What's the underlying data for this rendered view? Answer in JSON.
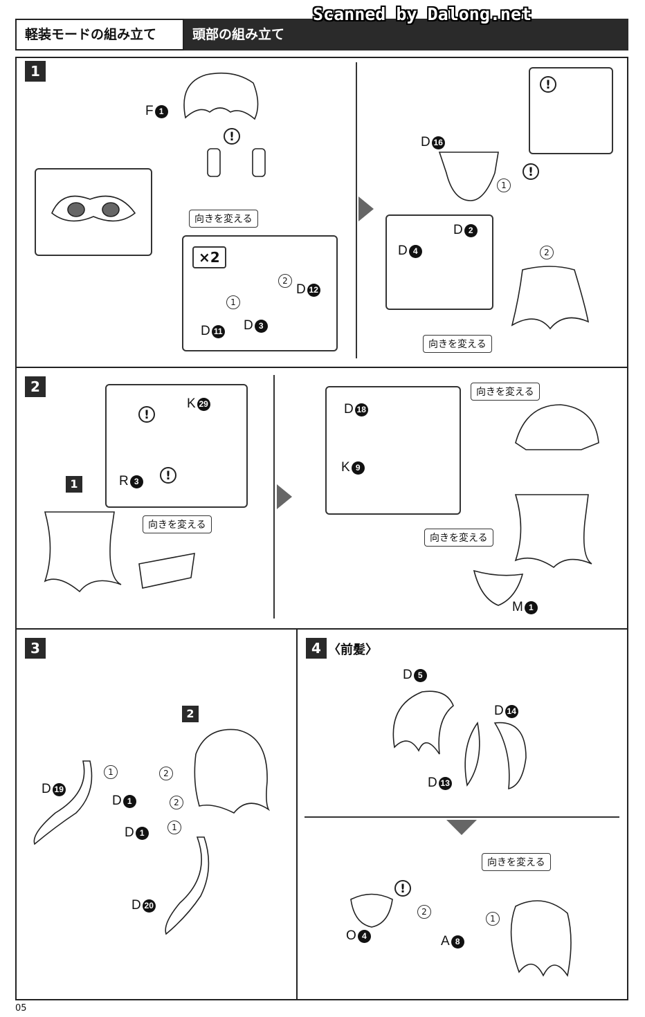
{
  "header": {
    "section": "軽装モードの組み立て",
    "subsection": "頭部の組み立て",
    "watermark": "Scanned by Dalong.net"
  },
  "step1": {
    "number": "1",
    "parts": [
      {
        "letter": "F",
        "num": "1"
      },
      {
        "letter": "D",
        "num": "16"
      },
      {
        "letter": "D",
        "num": "2"
      },
      {
        "letter": "D",
        "num": "4"
      },
      {
        "letter": "D",
        "num": "12"
      },
      {
        "letter": "D",
        "num": "11"
      },
      {
        "letter": "D",
        "num": "3"
      }
    ],
    "multiplier": "×2",
    "notes": [
      "向きを変える",
      "向きを変える"
    ],
    "order": [
      "1",
      "2",
      "1",
      "2"
    ],
    "warning": "!"
  },
  "step2": {
    "number": "2",
    "ref": "1",
    "parts": [
      {
        "letter": "K",
        "num": "29"
      },
      {
        "letter": "R",
        "num": "3"
      },
      {
        "letter": "D",
        "num": "18"
      },
      {
        "letter": "K",
        "num": "9"
      },
      {
        "letter": "M",
        "num": "1"
      }
    ],
    "notes": [
      "向きを変える",
      "向きを変える",
      "向きを変える"
    ],
    "warning": "!"
  },
  "step3": {
    "number": "3",
    "ref": "2",
    "parts": [
      {
        "letter": "D",
        "num": "19"
      },
      {
        "letter": "D",
        "num": "1"
      },
      {
        "letter": "D",
        "num": "1"
      },
      {
        "letter": "D",
        "num": "20"
      }
    ],
    "order": [
      "1",
      "2",
      "2",
      "1"
    ]
  },
  "step4": {
    "number": "4",
    "title": "〈前髪〉",
    "parts": [
      {
        "letter": "D",
        "num": "5"
      },
      {
        "letter": "D",
        "num": "14"
      },
      {
        "letter": "D",
        "num": "13"
      },
      {
        "letter": "O",
        "num": "4"
      },
      {
        "letter": "A",
        "num": "8"
      }
    ],
    "notes": [
      "向きを変える"
    ],
    "order": [
      "2",
      "1"
    ],
    "warning": "!"
  },
  "page_number": "05"
}
